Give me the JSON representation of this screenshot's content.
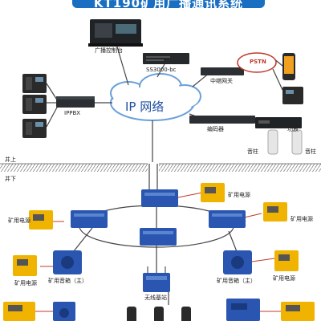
{
  "title": "KT190矿用广播通讯系统",
  "network_label": "IP 网络",
  "zones": {
    "above": "井上",
    "below": "井下"
  },
  "labels": {
    "broadcast_console": "广播控制台",
    "server": "SS3000-bc",
    "ippbx": "IPPBX",
    "pstn": "PSTN",
    "relay_gateway": "中继网关",
    "encoder": "编码器",
    "amplifier": "功放",
    "speaker_column": "音柱",
    "power": "矿用电源",
    "speaker_box_main": "矿用音箱（主）",
    "wireless_station": "无线基站"
  },
  "colors": {
    "title_bg": "#1a6fc2",
    "device_blue": "#2a55b0",
    "device_yellow": "#f0b400",
    "cable_red": "#c0392b",
    "cloud_edge": "#6aa0d8"
  }
}
